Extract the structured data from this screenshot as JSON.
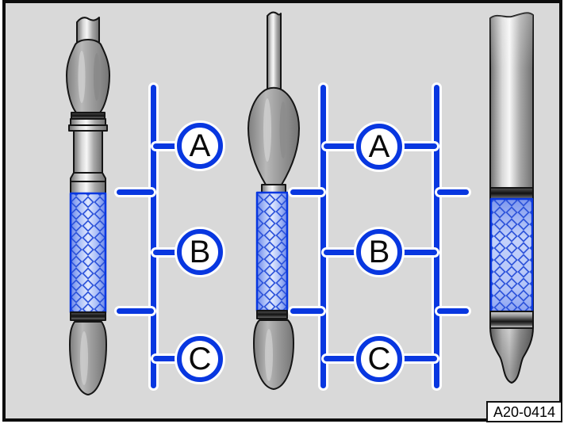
{
  "figure": {
    "reference_code": "A20-0414",
    "colors": {
      "accent_blue": "#0837e0",
      "canvas_gray": "#d9d9d9",
      "hatch_fill_light": "#dfe7fd",
      "hatch_fill_dark": "#6b87ea",
      "hatch_line": "#2f55da"
    },
    "callout_groups": [
      {
        "labels": [
          "A",
          "B",
          "C"
        ]
      },
      {
        "labels": [
          "A",
          "B",
          "C"
        ]
      }
    ],
    "illustrations": [
      "dipstick-with-round-grip",
      "dipstick-with-long-stem",
      "dipstick-flat-blade"
    ]
  }
}
